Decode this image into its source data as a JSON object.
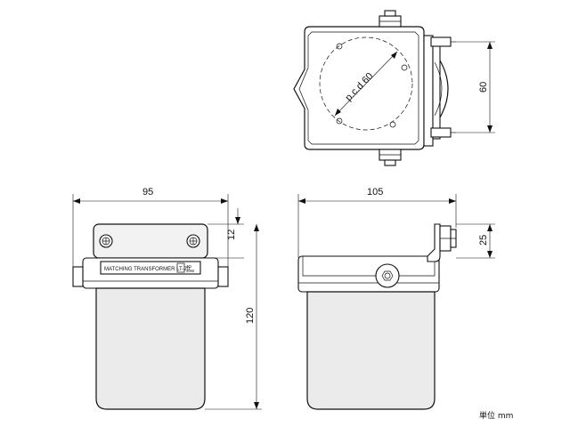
{
  "dimensions": {
    "width_front": "95",
    "width_side": "105",
    "height": "120",
    "plate_offset": "12",
    "bracket_height": "25",
    "top_hole_spacing": "60",
    "pcd": "p.c.d 60"
  },
  "label": {
    "name": "MATCHING TRANSFORMER LT-20",
    "badge_line1": "4Ω",
    "badge_line2": "20W"
  },
  "unit_label": "単位 mm"
}
